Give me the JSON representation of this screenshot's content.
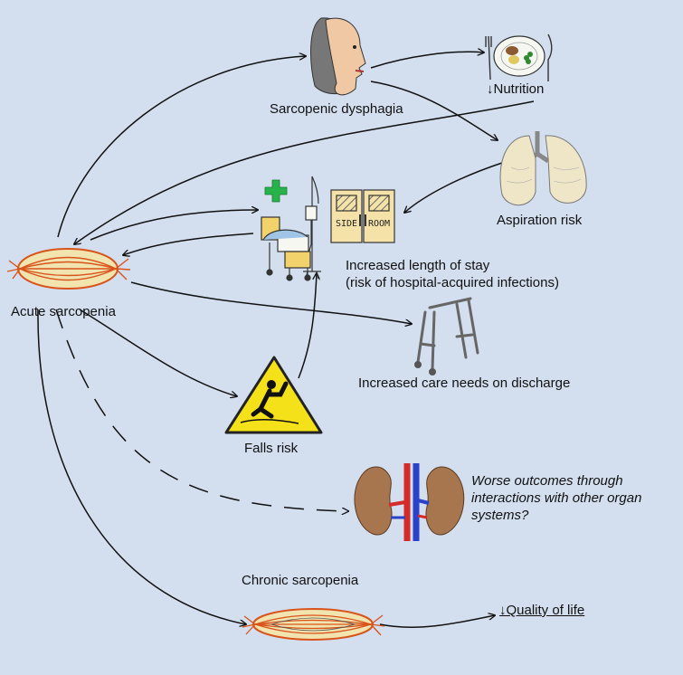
{
  "labels": {
    "acute_sarcopenia": "Acute sarcopenia",
    "sarcopenic_dysphagia": "Sarcopenic dysphagia",
    "nutrition": "↓Nutrition",
    "aspiration_risk": "Aspiration risk",
    "length_of_stay_line1": "Increased length of stay",
    "length_of_stay_line2": "(risk of hospital-acquired infections)",
    "care_needs": "Increased care needs on discharge",
    "falls_risk": "Falls risk",
    "worse_outcomes": "Worse outcomes through interactions with other organ systems?",
    "chronic_sarcopenia": "Chronic sarcopenia",
    "quality_of_life": "↓Quality of life"
  },
  "door_signs": {
    "left": "SIDE",
    "right": "ROOM"
  },
  "colors": {
    "background": "#d3dfee",
    "muscle_fill": "#f1e4ae",
    "muscle_fibres": "#d9531c",
    "warning_sign": "#f4e11a",
    "kidney": "#a8764e",
    "artery": "#d42a2a",
    "vein": "#2b43c9",
    "cross": "#27b24a",
    "arrow": "#111111"
  },
  "icons": [
    "muscle-icon",
    "face-icon",
    "plate-icon",
    "lungs-icon",
    "cross-icon",
    "hospital-bed-icon",
    "iv-drip-icon",
    "side-room-door-icon",
    "walking-frame-icon",
    "falls-warning-icon",
    "kidneys-icon"
  ]
}
